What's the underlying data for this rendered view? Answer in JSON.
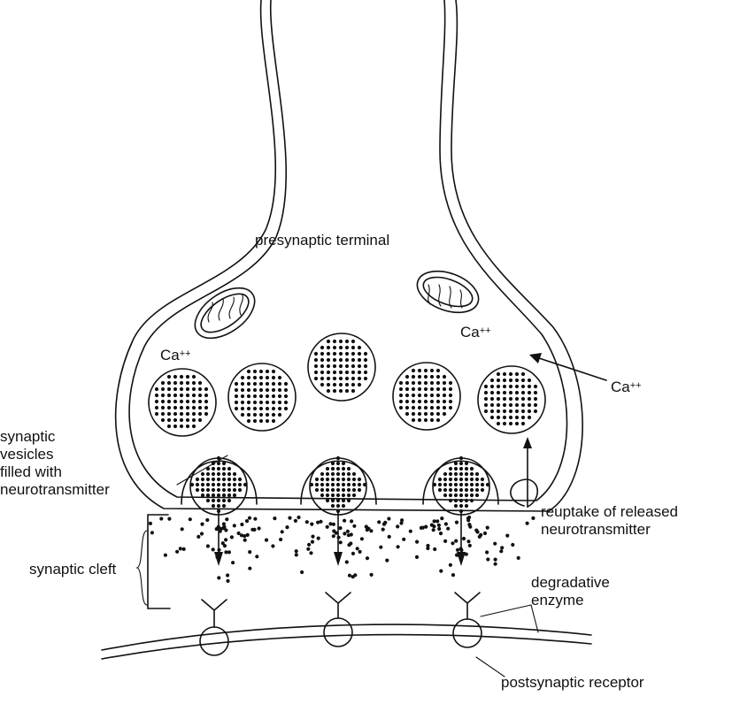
{
  "labels": {
    "presynaptic_terminal": "presynaptic terminal",
    "calcium_base": "Ca",
    "calcium_charge": "++",
    "synaptic_vesicles": "synaptic\nvesicles\nfilled with\nneurotransmitter",
    "synaptic_cleft": "synaptic cleft",
    "reuptake": "reuptake of released\nneurotransmitter",
    "degradative_enzyme": "degradative\nenzyme",
    "postsynaptic_receptor": "postsynaptic receptor"
  },
  "colors": {
    "ink": "#111111",
    "background": "#ffffff"
  }
}
